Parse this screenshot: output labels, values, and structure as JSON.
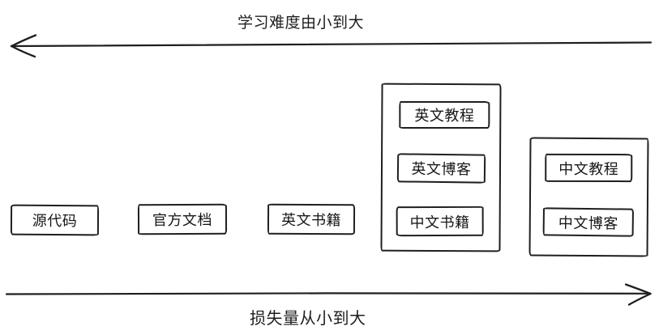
{
  "colors": {
    "background": "#ffffff",
    "stroke": "#1f1f1f",
    "text": "#161616"
  },
  "top_axis": {
    "label": "学习难度由小到大",
    "arrow_direction": "left"
  },
  "bottom_axis": {
    "label": "损失量从小到大",
    "arrow_direction": "right"
  },
  "nodes": [
    {
      "label": "源代码"
    },
    {
      "label": "官方文档"
    },
    {
      "label": "英文书籍"
    }
  ],
  "groups": [
    {
      "items": [
        {
          "label": "英文教程"
        },
        {
          "label": "英文博客"
        },
        {
          "label": "中文书籍"
        }
      ]
    },
    {
      "items": [
        {
          "label": "中文教程"
        },
        {
          "label": "中文博客"
        }
      ]
    }
  ]
}
